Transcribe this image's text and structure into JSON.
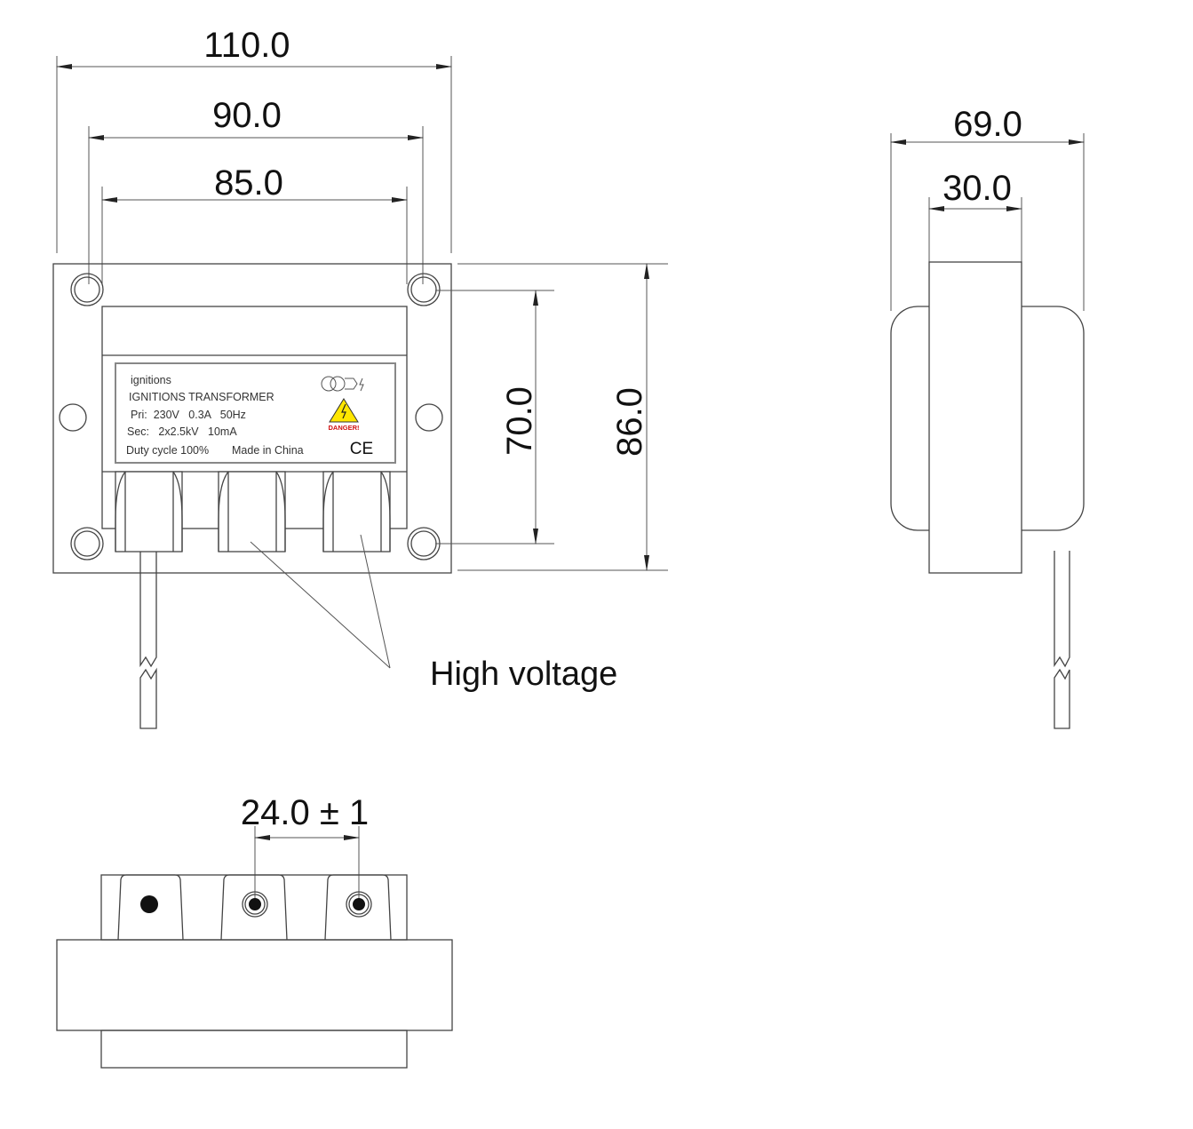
{
  "title": "Ignition transformer dimension drawing",
  "dimensions": {
    "overall_width": "110.0",
    "hole_spacing_outer": "90.0",
    "hole_spacing_inner": "85.0",
    "height_holes": "70.0",
    "height_overall": "86.0",
    "side_depth": "69.0",
    "core_width": "30.0",
    "terminal_spacing": "24.0 ± 1"
  },
  "nameplate": {
    "brand": "ignitions",
    "product": "IGNITIONS TRANSFORMER",
    "primary": "Pri:  230V   0.3A   50Hz",
    "secondary": "Sec:   2x2.5kV   10mA",
    "duty": "Duty cycle 100%",
    "origin": "Made in China",
    "danger": "DANGER!",
    "ce": "CE"
  },
  "callout": "High voltage",
  "colors": {
    "warning_yellow": "#ffe600",
    "danger_red": "#d01010"
  }
}
